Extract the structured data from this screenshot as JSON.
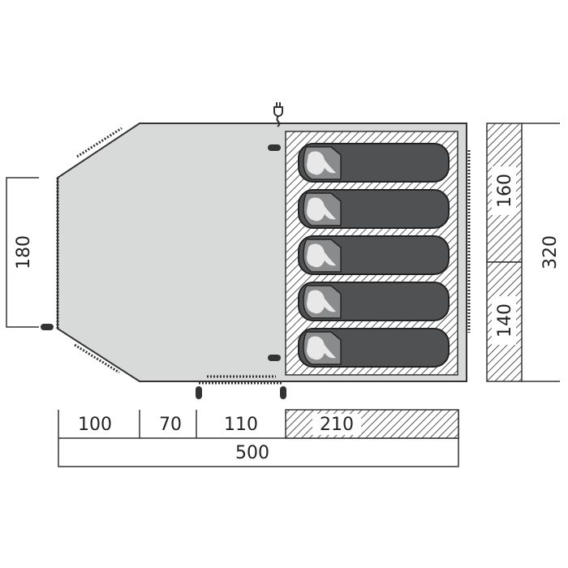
{
  "dimensions": {
    "width_segments": [
      "100",
      "70",
      "110",
      "210"
    ],
    "total_length": "500",
    "vestibule_end_width": "180",
    "bedroom_depths": [
      "160",
      "140"
    ],
    "total_width": "320"
  },
  "sleeping_bags": 5,
  "colors": {
    "floor": "#d8d9d9",
    "bag": "#505152",
    "outline": "#333333",
    "hatch": "#555555"
  }
}
